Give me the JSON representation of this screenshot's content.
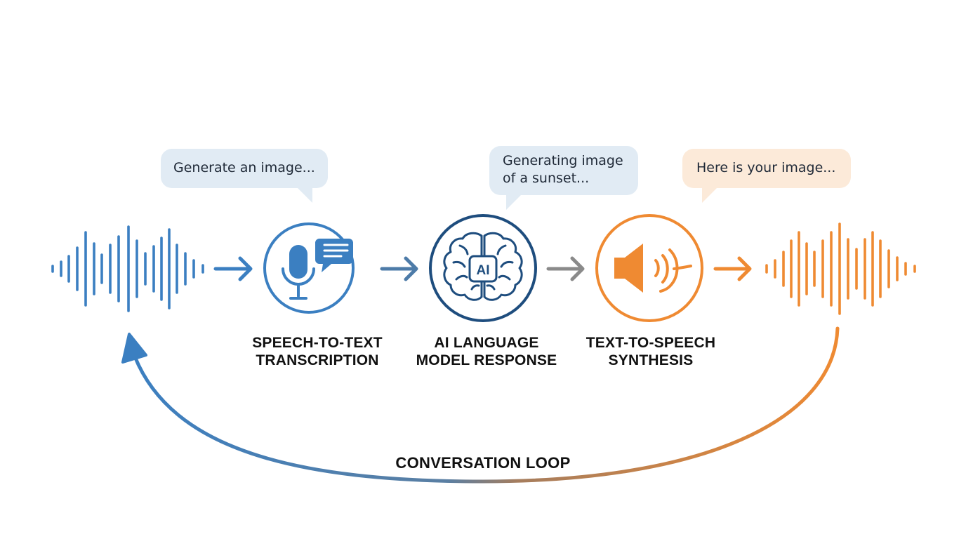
{
  "bubbles": {
    "user_prompt": "Generate an image...",
    "model_line1": "Generating image",
    "model_line2": "of a sunset...",
    "reply": "Here is your image..."
  },
  "stages": {
    "stt_line1": "SPEECH-TO-TEXT",
    "stt_line2": "TRANSCRIPTION",
    "llm_line1": "AI LANGUAGE",
    "llm_line2": "MODEL RESPONSE",
    "tts_line1": "TEXT-TO-SPEECH",
    "tts_line2": "SYNTHESIS"
  },
  "brain_chip_text": "AI",
  "loop_label": "CONVERSATION LOOP",
  "icons": {
    "input_wave": "audio-waveform-icon",
    "stt": "microphone-chat-icon",
    "llm": "brain-ai-icon",
    "tts": "speaker-icon",
    "output_wave": "audio-waveform-icon"
  },
  "colors": {
    "blue": "#3b7fc1",
    "navy": "#1e4d7e",
    "gray": "#8a8a8a",
    "orange": "#ef8a32"
  }
}
